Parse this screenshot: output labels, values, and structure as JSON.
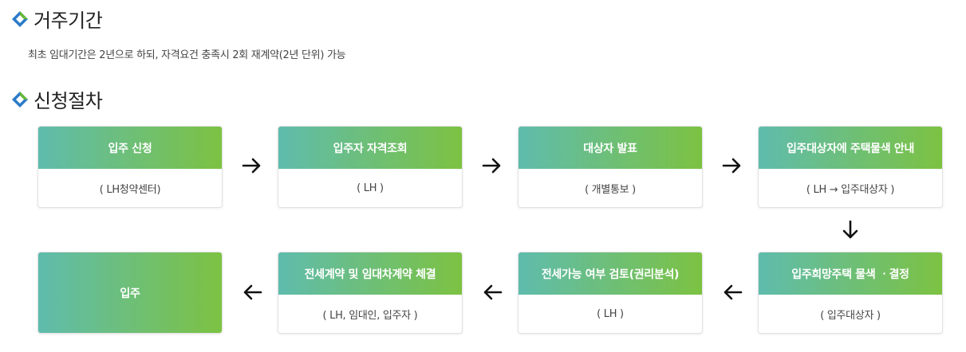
{
  "sections": {
    "residence": {
      "title": "거주기간",
      "description": "최초 임대기간은 2년으로 하되, 자격요건 충족시 2회 재계약(2년 단위) 가능"
    },
    "procedure": {
      "title": "신청절차"
    }
  },
  "steps": [
    {
      "title": "입주 신청",
      "sub": "( LH청약센터)"
    },
    {
      "title": "입주자 자격조회",
      "sub": "( LH )"
    },
    {
      "title": "대상자 발표",
      "sub": "( 개별통보 )"
    },
    {
      "title": "입주대상자에 주택물색 안내",
      "sub": "( LH → 입주대상자 )"
    },
    {
      "title": "입주희망주택 물색 ㆍ결정",
      "sub": "(  입주대상자 )"
    },
    {
      "title": "전세가능 여부 검토(권리분석)",
      "sub": "( LH )"
    },
    {
      "title": "전세계약 및 임대차계약 체결",
      "sub": "( LH, 임대인, 입주자 )"
    },
    {
      "title": "입주",
      "sub": ""
    }
  ],
  "colors": {
    "gradient_start": "#5fbcad",
    "gradient_end": "#7cc242",
    "logo_blue": "#2b7bc8",
    "logo_green": "#67b83a"
  },
  "icons": {
    "heading_logo": "diamond-logo-icon",
    "arrow_right": "arrow-right-icon",
    "arrow_left": "arrow-left-icon",
    "arrow_down": "arrow-down-icon"
  }
}
